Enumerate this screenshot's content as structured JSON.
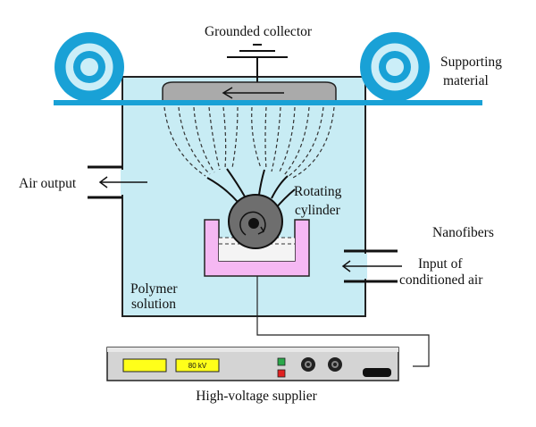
{
  "labels": {
    "grounded_collector": "Grounded collector",
    "supporting_1": "Supporting",
    "supporting_2": "material",
    "air_output": "Air output",
    "rotating_1": "Rotating",
    "rotating_2": "cylinder",
    "nanofibers": "Nanofibers",
    "input_1": "Input of",
    "input_2": "conditioned air",
    "polymer_1": "Polymer",
    "polymer_2": "solution",
    "supplier": "High-voltage supplier",
    "voltage_display": "80 kV"
  },
  "colors": {
    "chamber_fill": "#c8ecf4",
    "roll_blue": "#19a1d6",
    "bath_pink": "#f5b8f3",
    "collector_gray": "#aaaaaa",
    "cylinder_gray": "#6e6e6e",
    "display_yellow": "#ffff1a",
    "supply_panel": "#d4d4d4",
    "led_green": "#2aa84a",
    "led_red": "#e02020"
  }
}
